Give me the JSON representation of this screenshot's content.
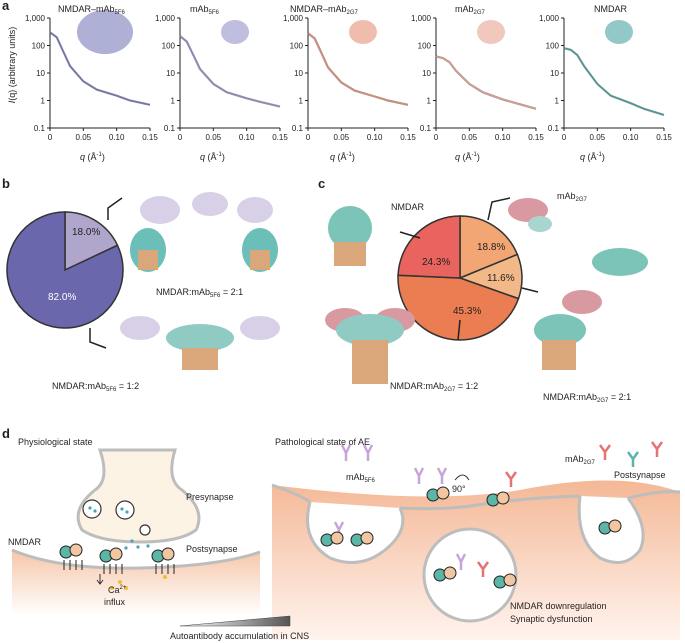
{
  "panel_a": {
    "letter": "a",
    "ylabel_prefix": "I",
    "ylabel_rest": "(q) (arbitrary units)",
    "xlabel_q": "q",
    "xlabel_unit": " (Å",
    "xlabel_sup": "-1",
    "xlabel_close": ")",
    "yticks": [
      "1,000",
      "100",
      "10",
      "1",
      "0.1"
    ],
    "xticks": [
      "0",
      "0.05",
      "0.10",
      "0.15"
    ]
  },
  "chart_data": [
    {
      "type": "line",
      "title_main": "NMDAR–mAb",
      "title_sub": "5F6",
      "x": [
        0.0,
        0.01,
        0.02,
        0.03,
        0.05,
        0.07,
        0.1,
        0.12,
        0.15
      ],
      "series": [
        {
          "values": [
            300,
            200,
            60,
            18,
            5,
            2.5,
            1.5,
            1.0,
            0.7
          ]
        }
      ],
      "xlim": [
        0,
        0.15
      ],
      "ylim": [
        0.1,
        1000
      ],
      "yscale": "log",
      "color": "#6b6fb5"
    },
    {
      "type": "line",
      "title_main": "mAb",
      "title_sub": "5F6",
      "x": [
        0.0,
        0.01,
        0.02,
        0.03,
        0.05,
        0.07,
        0.1,
        0.12,
        0.15
      ],
      "series": [
        {
          "values": [
            220,
            140,
            45,
            14,
            4,
            2,
            1.2,
            0.9,
            0.6
          ]
        }
      ],
      "xlim": [
        0,
        0.15
      ],
      "ylim": [
        0.1,
        1000
      ],
      "yscale": "log",
      "color": "#8a88c4"
    },
    {
      "type": "line",
      "title_main": "NMDAR–mAb",
      "title_sub": "2G7",
      "x": [
        0.0,
        0.01,
        0.02,
        0.03,
        0.05,
        0.07,
        0.1,
        0.12,
        0.15
      ],
      "series": [
        {
          "values": [
            280,
            180,
            55,
            16,
            4.5,
            2.3,
            1.4,
            1.0,
            0.7
          ]
        }
      ],
      "xlim": [
        0,
        0.15
      ],
      "ylim": [
        0.1,
        1000
      ],
      "yscale": "log",
      "color": "#e2876a"
    },
    {
      "type": "line",
      "title_main": "mAb",
      "title_sub": "2G7",
      "x": [
        0.0,
        0.01,
        0.02,
        0.03,
        0.05,
        0.07,
        0.1,
        0.12,
        0.15
      ],
      "series": [
        {
          "values": [
            40,
            35,
            25,
            12,
            4,
            2,
            1.1,
            0.8,
            0.5
          ]
        }
      ],
      "xlim": [
        0,
        0.15
      ],
      "ylim": [
        0.1,
        1000
      ],
      "yscale": "log",
      "color": "#e59a86"
    },
    {
      "type": "line",
      "title_main": "NMDAR",
      "title_sub": "",
      "x": [
        0.0,
        0.01,
        0.02,
        0.03,
        0.05,
        0.07,
        0.1,
        0.12,
        0.15
      ],
      "series": [
        {
          "values": [
            80,
            70,
            45,
            18,
            4,
            1.5,
            0.8,
            0.5,
            0.3
          ]
        }
      ],
      "xlim": [
        0,
        0.15
      ],
      "ylim": [
        0.1,
        1000
      ],
      "yscale": "log",
      "color": "#3a9b9b"
    },
    {
      "type": "pie",
      "panel": "b",
      "slices": [
        {
          "label": "82.0%",
          "value": 82.0,
          "color": "#6a67ad"
        },
        {
          "label": "18.0%",
          "value": 18.0,
          "color": "#b0a6cc"
        }
      ]
    },
    {
      "type": "pie",
      "panel": "c",
      "slices": [
        {
          "label": "18.8%",
          "value": 18.8,
          "color": "#f2a673"
        },
        {
          "label": "11.6%",
          "value": 11.6,
          "color": "#f3b888"
        },
        {
          "label": "45.3%",
          "value": 45.3,
          "color": "#ea7d52"
        },
        {
          "label": "24.3%",
          "value": 24.3,
          "color": "#e9645e"
        }
      ]
    }
  ],
  "panel_b": {
    "letter": "b",
    "label_21_main": "NMDAR:mAb",
    "label_21_sub": "5F6",
    "label_21_ratio": " = 2:1",
    "label_12_main": "NMDAR:mAb",
    "label_12_sub": "5F6",
    "label_12_ratio": " = 1:2"
  },
  "panel_c": {
    "letter": "c",
    "label_nmdar": "NMDAR",
    "label_mab_main": "mAb",
    "label_mab_sub": "2G7",
    "label_12_main": "NMDAR:mAb",
    "label_12_sub": "2G7",
    "label_12_ratio": " = 1:2",
    "label_21_main": "NMDAR:mAb",
    "label_21_sub": "2G7",
    "label_21_ratio": " = 2:1"
  },
  "panel_d": {
    "letter": "d",
    "physiological": "Physiological state",
    "pathological": "Pathological state of AE",
    "presynapse": "Presynapse",
    "postsynapse_left": "Postsynapse",
    "postsynapse_right": "Postsynapse",
    "nmdar": "NMDAR",
    "ca_main": "Ca",
    "ca_sup": "2+",
    "influx": "influx",
    "mab5f6_main": "mAb",
    "mab5f6_sub": "5F6",
    "mab2g7_main": "mAb",
    "mab2g7_sub": "2G7",
    "rotation": "90°",
    "downregulation": "NMDAR downregulation",
    "dysfunction": "Synaptic dysfunction",
    "accumulation": "Autoantibody accumulation in CNS"
  }
}
